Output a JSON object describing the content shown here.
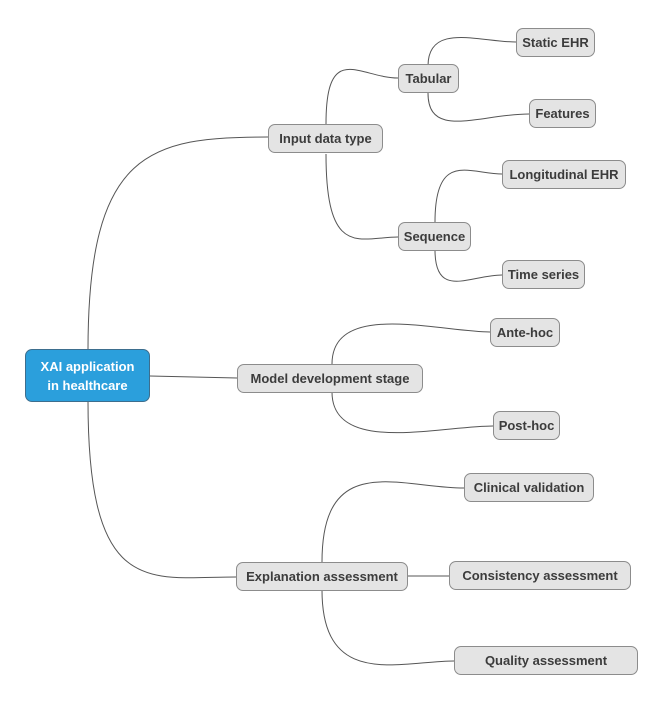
{
  "root": {
    "line1": "XAI application",
    "line2": "in healthcare"
  },
  "branches": {
    "input_data_type": "Input data type",
    "tabular": "Tabular",
    "static_ehr": "Static EHR",
    "features": "Features",
    "sequence": "Sequence",
    "longitudinal_ehr": "Longitudinal EHR",
    "time_series": "Time series",
    "model_development_stage": "Model development stage",
    "ante_hoc": "Ante-hoc",
    "post_hoc": "Post-hoc",
    "explanation_assessment": "Explanation assessment",
    "clinical_validation": "Clinical validation",
    "consistency_assessment": "Consistency assessment",
    "quality_assessment": "Quality assessment"
  },
  "colors": {
    "root_fill": "#2b9fdc",
    "node_fill": "#e4e4e4",
    "connector": "#555555"
  }
}
